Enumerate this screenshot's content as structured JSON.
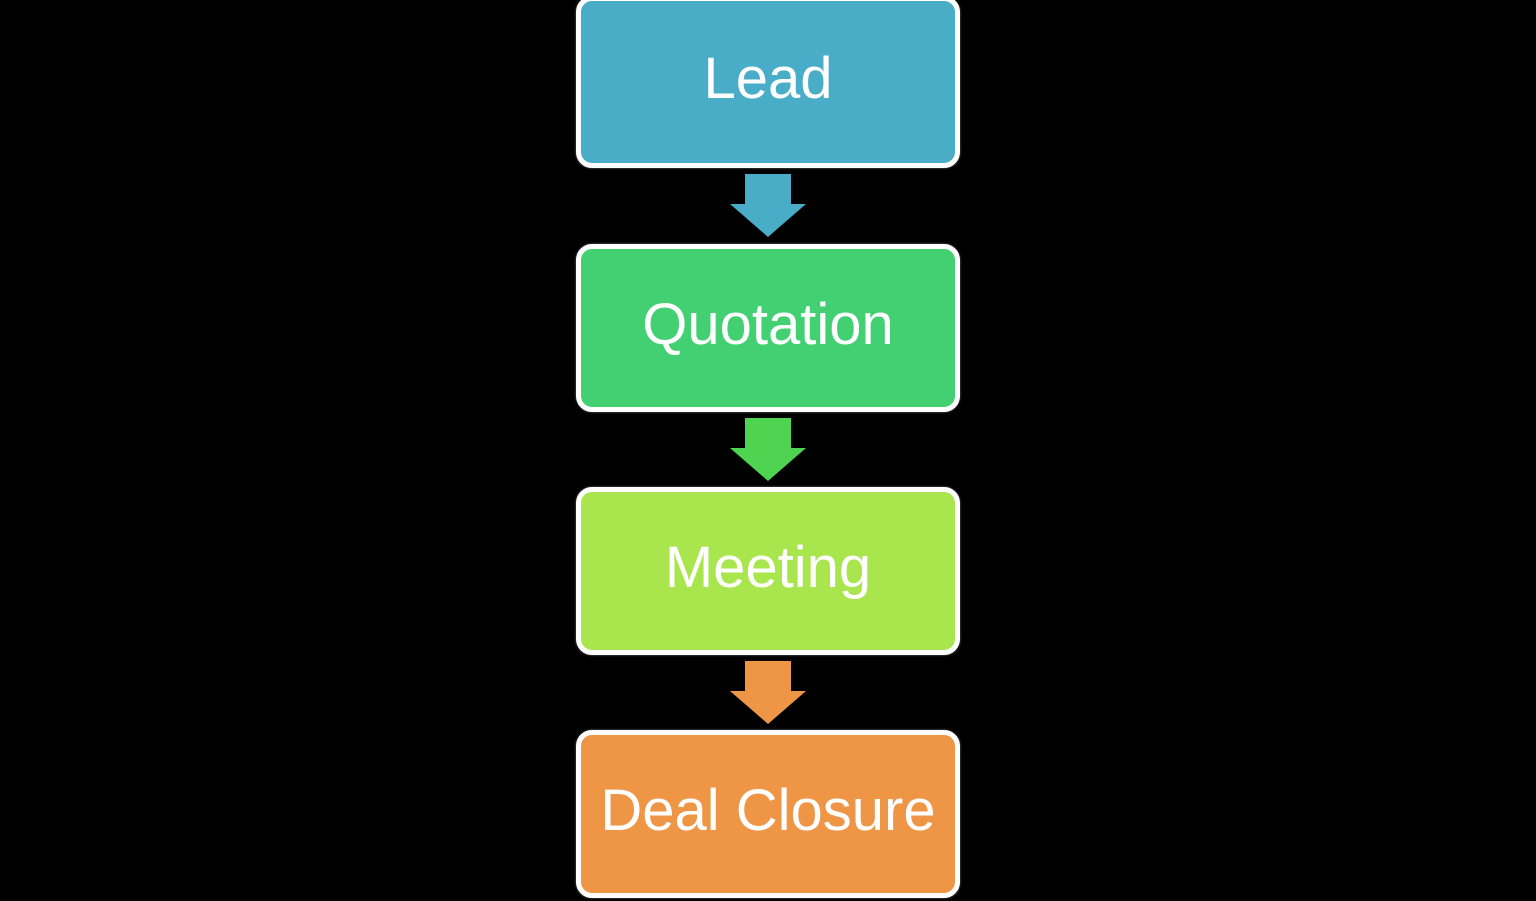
{
  "background": "#000000",
  "diagram": {
    "type": "flowchart-vertical",
    "border_color": "#FFFFFF",
    "text_color": "#FFFFFF",
    "nodes": [
      {
        "label": "Lead",
        "color": "#49ADC8"
      },
      {
        "label": "Quotation",
        "color": "#42D072"
      },
      {
        "label": "Meeting",
        "color": "#A9E54C"
      },
      {
        "label": "Deal Closure",
        "color": "#EF9546"
      }
    ],
    "arrows": [
      {
        "name": "arrow-lead-to-quotation",
        "direction": "down",
        "color": "#49ADC8"
      },
      {
        "name": "arrow-quotation-to-meeting",
        "direction": "down",
        "color": "#4ED450"
      },
      {
        "name": "arrow-meeting-to-deal-closure",
        "direction": "down",
        "color": "#EF9546"
      }
    ]
  }
}
